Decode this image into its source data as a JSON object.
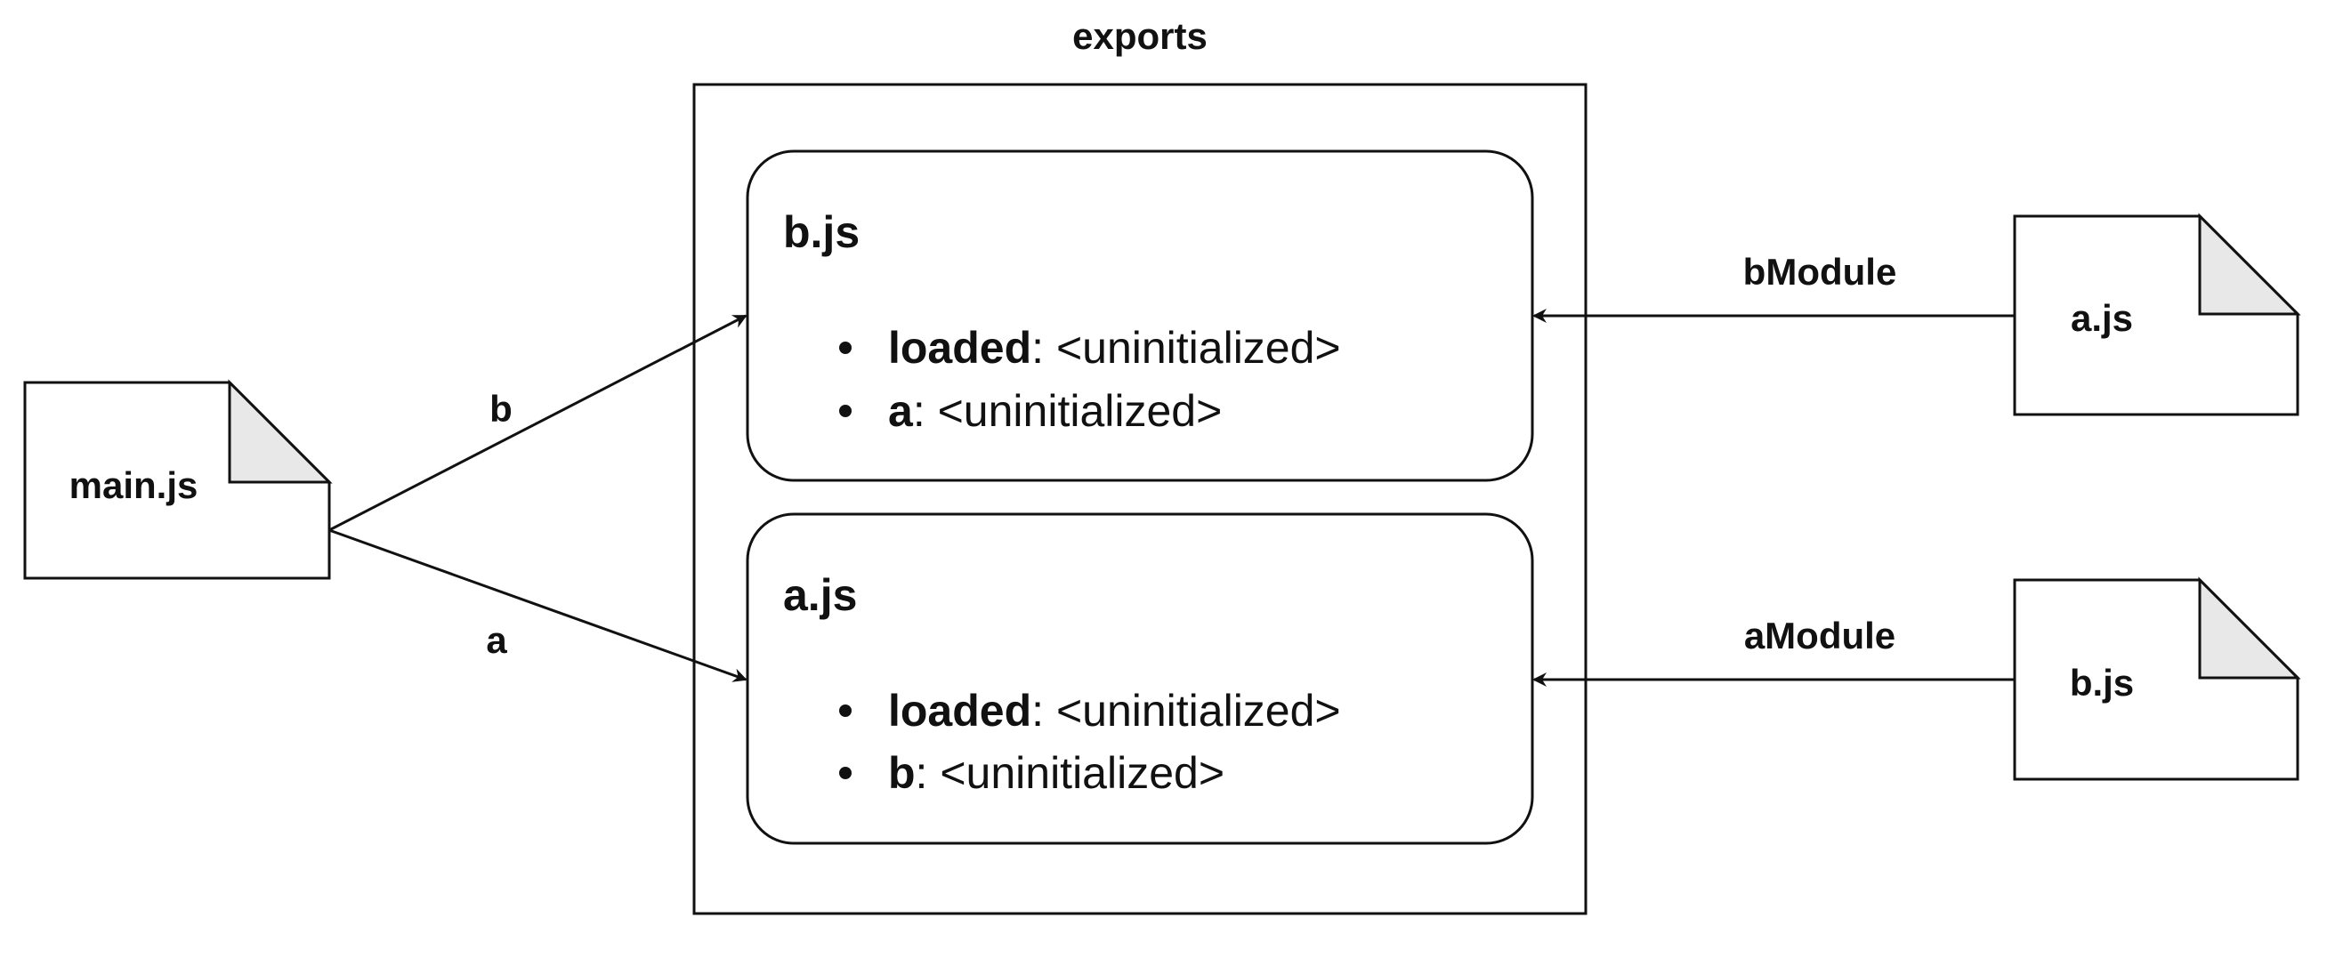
{
  "container": {
    "title": "exports"
  },
  "documents": {
    "main": "main.js",
    "a_ref": "a.js",
    "b_ref": "b.js"
  },
  "modules": [
    {
      "title": "b.js",
      "props": [
        {
          "key": "loaded",
          "sep": ": ",
          "value": "<uninitialized>"
        },
        {
          "key": "a",
          "sep": ": ",
          "value": "<uninitialized>"
        }
      ]
    },
    {
      "title": "a.js",
      "props": [
        {
          "key": "loaded",
          "sep": ": ",
          "value": "<uninitialized>"
        },
        {
          "key": "b",
          "sep": ": ",
          "value": "<uninitialized>"
        }
      ]
    }
  ],
  "edges": {
    "main_to_b": "b",
    "main_to_a": "a",
    "bModule": "bModule",
    "aModule": "aModule"
  },
  "colors": {
    "stroke": "#111111",
    "fold": "#e8e8e8",
    "background": "#ffffff"
  }
}
